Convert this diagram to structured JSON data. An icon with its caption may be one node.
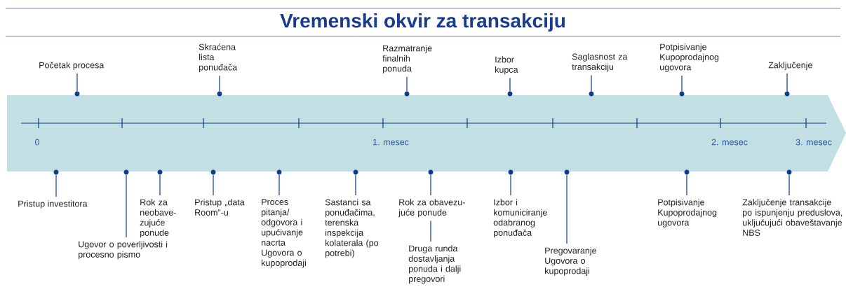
{
  "diagram": {
    "title": "Vremenski okvir za transakciju",
    "nodes": [
      {
        "text": [
          "Početak procesa"
        ]
      },
      {
        "text": [
          "Skraćena lista ponuđača"
        ]
      },
      {
        "text": [
          "Razmatranje finalnih ponuda"
        ]
      },
      {
        "text": [
          "Izbor kupca"
        ]
      },
      {
        "text": [
          "Saglasnost za transakciju"
        ]
      },
      {
        "text": [
          "Potpisivanje Kupoprodajnog ugovora"
        ]
      },
      {
        "text": [
          "Zaključenje"
        ]
      },
      {
        "text": [
          "Pristup investitora"
        ]
      },
      {
        "text": [
          "Ugovor o poverljivosti i procesno pismo"
        ]
      },
      {
        "text": [
          "Rok za neobave-zujuće ponude"
        ]
      },
      {
        "text": [
          "Pristup „data Room”-u"
        ]
      },
      {
        "text": [
          "Proces pitanja/ odgovora i upućivanje nacrta Ugovora o kupoprodaji"
        ]
      },
      {
        "text": [
          "Sastanci sa ponuđačima, terenska inspekcija kolaterala (po potrebi)"
        ]
      },
      {
        "text": [
          "Rok za obavezu-juće ponude"
        ]
      },
      {
        "text": [
          "Druga runda dostavljanja ponuda i dalji pregovori"
        ]
      },
      {
        "text": [
          "Izbor i komuniciranje odabranog ponuđača"
        ]
      },
      {
        "text": [
          "Pregovaranje Ugovora o kupoprodaji"
        ]
      },
      {
        "text": [
          "Potpisivanje Kupoprodajnog ugovora"
        ]
      },
      {
        "text": [
          "Zaključenje transakcije po ispunjenju preduslova, uključujući obaveštavanje NBS"
        ]
      },
      {
        "text": [],
        "shape": "circle"
      },
      {
        "text": [],
        "shape": "circle"
      },
      {
        "text": [],
        "shape": "circle"
      },
      {
        "text": [],
        "shape": "circle"
      },
      {
        "text": [],
        "shape": "circle"
      },
      {
        "text": [],
        "shape": "circle"
      },
      {
        "text": [],
        "shape": "circle"
      },
      {
        "text": [],
        "shape": "circle"
      },
      {
        "text": [],
        "shape": "circle"
      },
      {
        "text": [],
        "shape": "circle"
      },
      {
        "text": [],
        "shape": "circle"
      },
      {
        "text": [],
        "shape": "circle"
      },
      {
        "text": [],
        "shape": "circle"
      },
      {
        "text": [],
        "shape": "circle"
      },
      {
        "text": [],
        "shape": "circle"
      },
      {
        "text": [],
        "shape": "circle"
      },
      {
        "text": [],
        "shape": "circle"
      },
      {
        "text": [],
        "shape": "circle"
      }
    ],
    "edges": [
      {
        "from": 0,
        "to": 19,
        "arrow": "none"
      },
      {
        "from": 1,
        "to": 20,
        "arrow": "none"
      },
      {
        "from": 2,
        "to": 21,
        "arrow": "none"
      },
      {
        "from": 3,
        "to": 22,
        "arrow": "none"
      },
      {
        "from": 4,
        "to": 23,
        "arrow": "none"
      },
      {
        "from": 5,
        "to": 24,
        "arrow": "none"
      },
      {
        "from": 6,
        "to": 25,
        "arrow": "none"
      },
      {
        "from": 7,
        "to": 26,
        "arrow": "none"
      },
      {
        "from": 8,
        "to": 27,
        "arrow": "none"
      },
      {
        "from": 9,
        "to": 28,
        "arrow": "none"
      },
      {
        "from": 10,
        "to": 29,
        "arrow": "none"
      },
      {
        "from": 11,
        "to": 30,
        "arrow": "none"
      },
      {
        "from": 12,
        "to": 31,
        "arrow": "none"
      },
      {
        "from": 13,
        "to": 32,
        "arrow": "none"
      },
      {
        "from": 13,
        "to": 14,
        "arrow": "none"
      },
      {
        "from": 15,
        "to": 33,
        "arrow": "none"
      },
      {
        "from": 16,
        "to": 34,
        "arrow": "none"
      },
      {
        "from": 17,
        "to": 35,
        "arrow": "none"
      },
      {
        "from": 18,
        "to": 36,
        "arrow": "none"
      }
    ],
    "labels": [
      "0",
      "1. mesec",
      "2. mesec",
      "3. mesec"
    ]
  }
}
